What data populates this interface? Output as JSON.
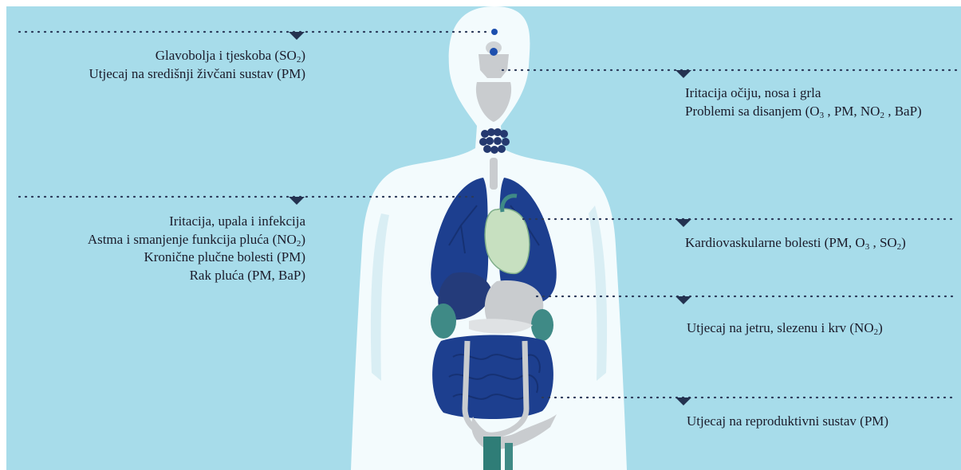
{
  "colors": {
    "background": "#a7dcea",
    "body": "#f3fbfd",
    "organ_dark_blue": "#1d3f8f",
    "organ_navy": "#243b7a",
    "heart": "#c7e0c0",
    "organ_gray": "#c9cccf",
    "organ_teal": "#3f8a86",
    "marker": "#243250",
    "dots": "#2c3a5a"
  },
  "icons": {
    "marker": "triangle-down-marker",
    "figure": "human-body-silhouette"
  },
  "labels": {
    "head": {
      "line1_text": "Glavobolja i tjeskoba (SO",
      "line1_sub": "2",
      "line1_end": ")",
      "line2": "Utjecaj na središnji živčani sustav (PM)"
    },
    "throat": {
      "line1": "Iritacija očiju, nosa i grla",
      "line2_a": "Problemi sa disanjem (O",
      "line2_sub1": "3",
      "line2_b": " , PM, NO",
      "line2_sub2": "2",
      "line2_c": " , BaP)"
    },
    "lungs": {
      "line1": "Iritacija, upala i infekcija",
      "line2_text": "Astma i smanjenje funkcija pluća (NO",
      "line2_sub": "2",
      "line2_end": ")",
      "line3": "Kronične plučne bolesti (PM)",
      "line4": "Rak pluća (PM, BaP)"
    },
    "heart": {
      "line1_a": "Kardiovaskularne bolesti (PM, O",
      "line1_sub1": "3",
      "line1_b": " , SO",
      "line1_sub2": "2",
      "line1_c": ")"
    },
    "liver": {
      "line1_text": "Utjecaj na jetru, slezenu i krv (NO",
      "line1_sub": "2",
      "line1_end": ")"
    },
    "reproductive": {
      "line1": "Utjecaj na reproduktivni sustav (PM)"
    }
  }
}
